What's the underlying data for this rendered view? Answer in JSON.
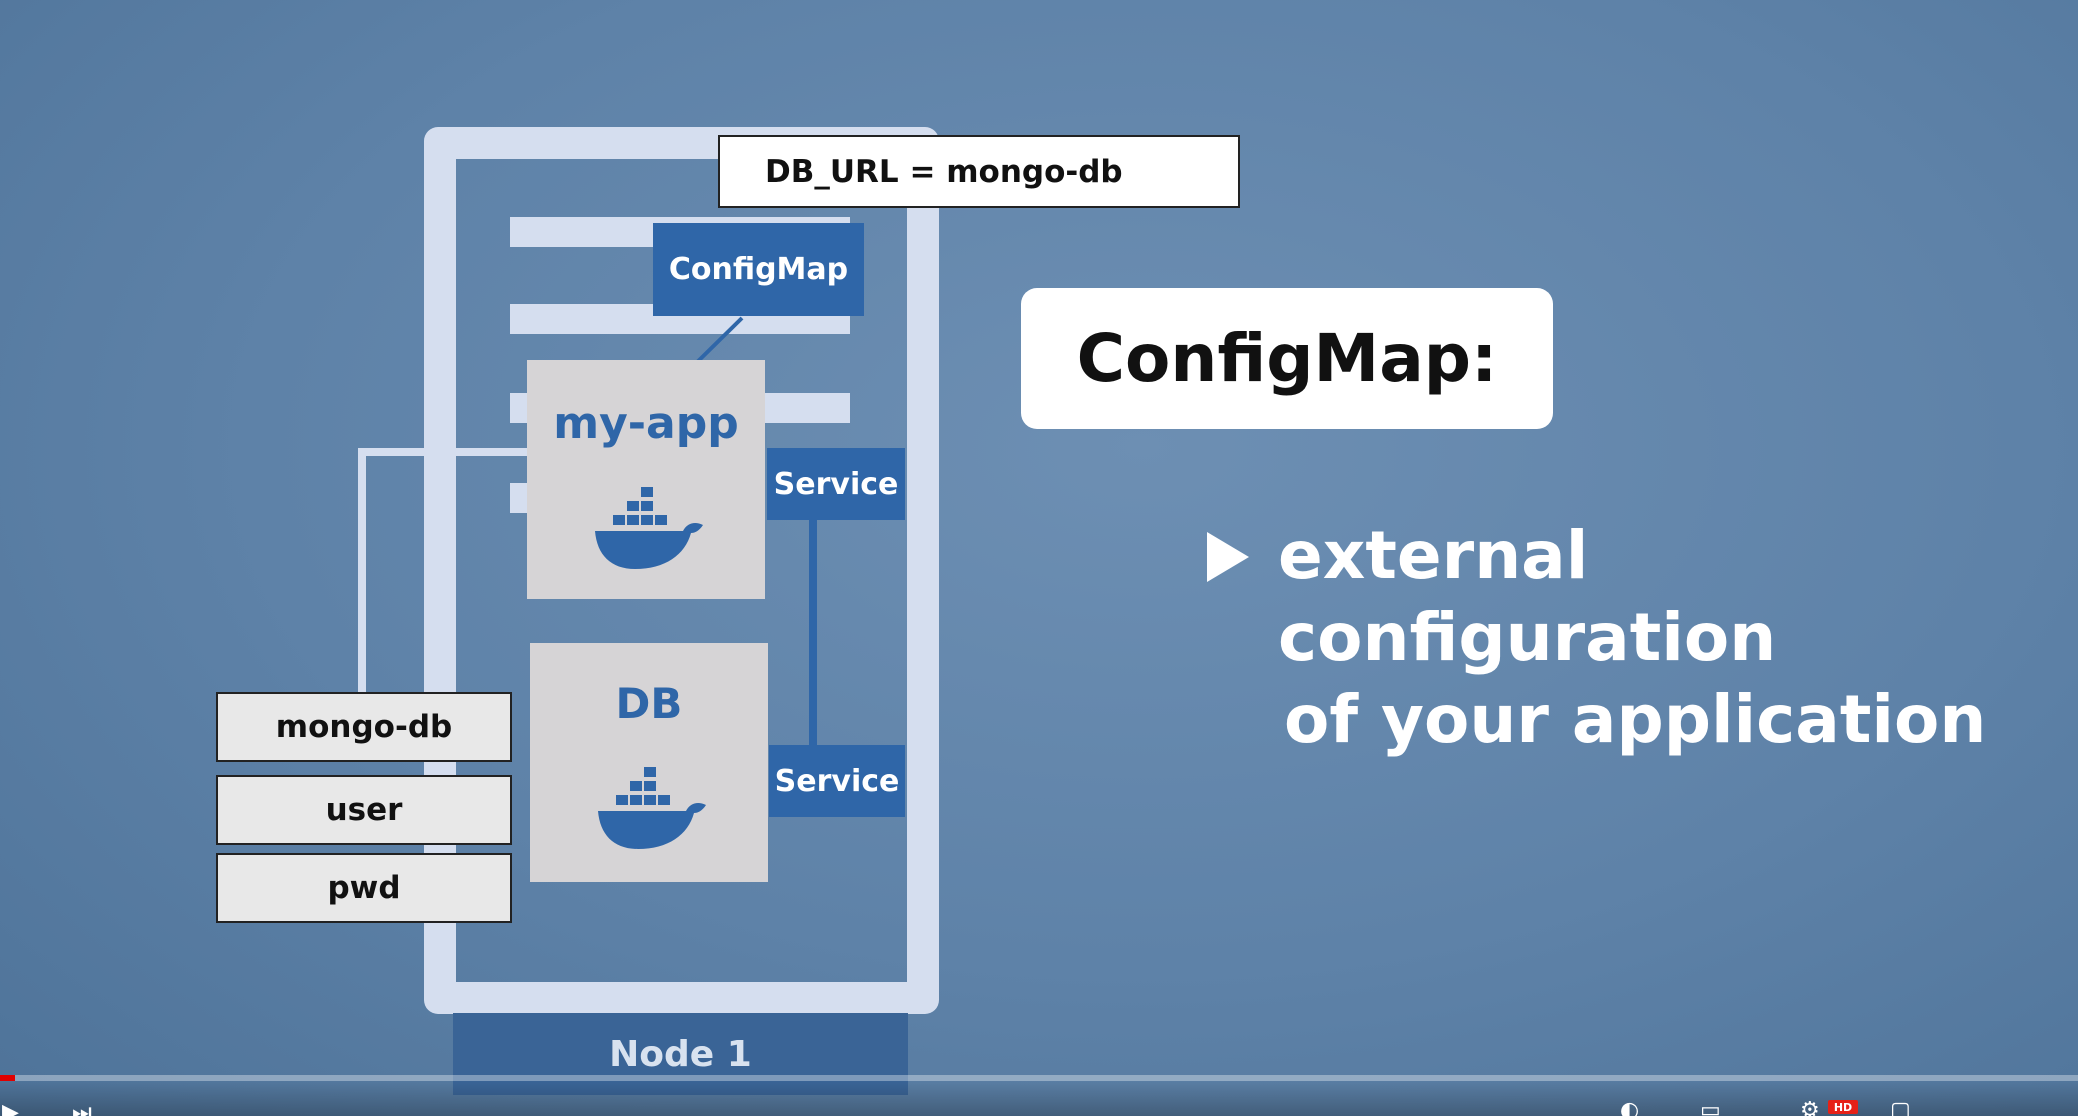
{
  "diagram": {
    "config_value": "DB_URL = mongo-db",
    "configmap_component": "ConfigMap",
    "app_pod": "my-app",
    "db_pod": "DB",
    "service_top": "Service",
    "service_bottom": "Service",
    "secret_fields": [
      "mongo-db",
      "user",
      "pwd"
    ],
    "node_label": "Node 1"
  },
  "slide": {
    "title": "ConfigMap:",
    "bullet_line_1": "external configuration",
    "bullet_line_2": "of your application"
  },
  "player": {
    "hd_badge": "HD",
    "progress_fraction": 0.007,
    "accent_color": "#e00000"
  },
  "colors": {
    "background": "#6585ab",
    "component_blue": "#2f66a8",
    "node_frame": "#d5deef",
    "pod_gray": "#d6d4d6"
  }
}
